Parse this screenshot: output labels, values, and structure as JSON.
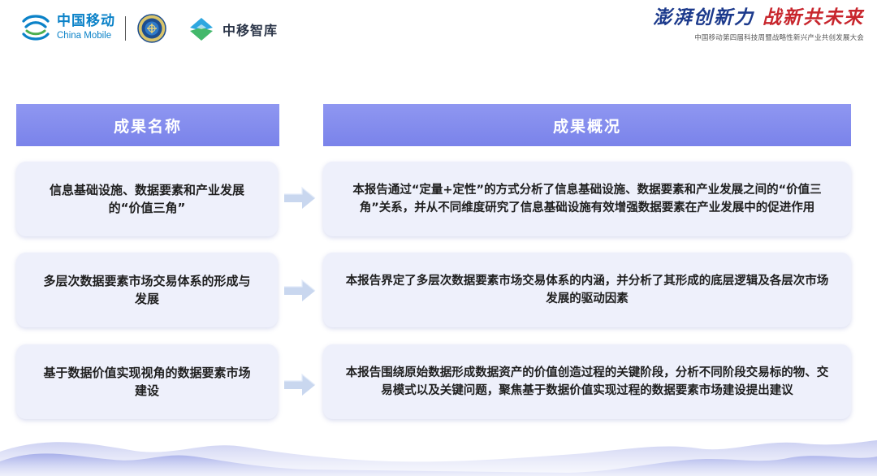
{
  "header": {
    "logo_cn": "中国移动",
    "logo_en": "China Mobile",
    "partner_logo_text": "中移智库",
    "slogan_part1": "澎湃创新力",
    "slogan_part2": "战新共未来",
    "slogan_sub": "中国移动第四届科技周暨战略性新兴产业共创发展大会"
  },
  "table": {
    "col1_header": "成果名称",
    "col2_header": "成果概况",
    "rows": [
      {
        "name": "信息基础设施、数据要素和产业发展的“价值三角”",
        "summary": "本报告通过“定量+定性”的方式分析了信息基础设施、数据要素和产业发展之间的“价值三角”关系，并从不同维度研究了信息基础设施有效增强数据要素在产业发展中的促进作用"
      },
      {
        "name": "多层次数据要素市场交易体系的形成与发展",
        "summary": "本报告界定了多层次数据要素市场交易体系的内涵，并分析了其形成的底层逻辑及各层次市场发展的驱动因素"
      },
      {
        "name": "基于数据价值实现视角的数据要素市场建设",
        "summary": "本报告围绕原始数据形成数据资产的价值创造过程的关键阶段，分析不同阶段交易标的物、交易模式以及关键问题，聚焦基于数据价值实现过程的数据要素市场建设提出建议"
      }
    ]
  },
  "colors": {
    "header_fill": "#8088ec",
    "cell_fill": "#eef0fb",
    "brand_blue": "#0b82c8",
    "slogan_blue": "#1c3a8c",
    "slogan_red": "#c8262d"
  },
  "icons": [
    "china-mobile-logo-icon",
    "emblem-icon",
    "zhongyi-logo-icon",
    "arrow-right-icon"
  ]
}
